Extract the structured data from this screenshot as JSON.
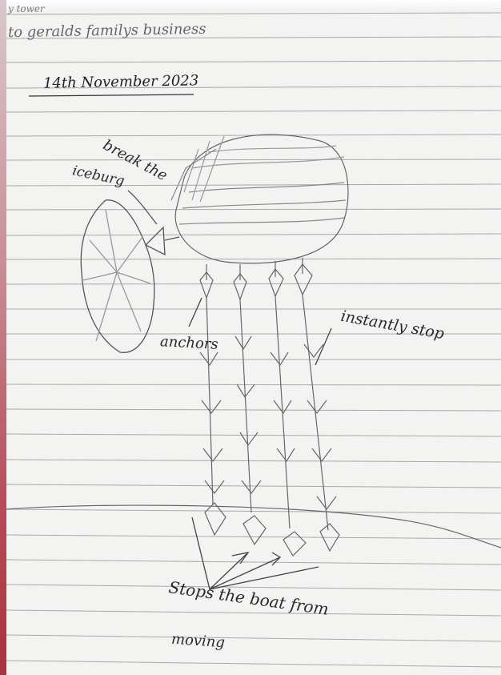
{
  "page": {
    "title_partial": "y tower",
    "line_family": "to geralds familys business",
    "date": "14th November 2023"
  },
  "labels": {
    "break": "break the",
    "iceburg": "iceburg",
    "anchors": "anchors",
    "instantly": "instantly stop",
    "stops": "Stops the boat from",
    "moving": "moving"
  },
  "colors": {
    "paper": "#f3f3f2",
    "rule_line": "#9a9a9a",
    "pencil": "#555555",
    "margin_strip": "#b64c58"
  }
}
